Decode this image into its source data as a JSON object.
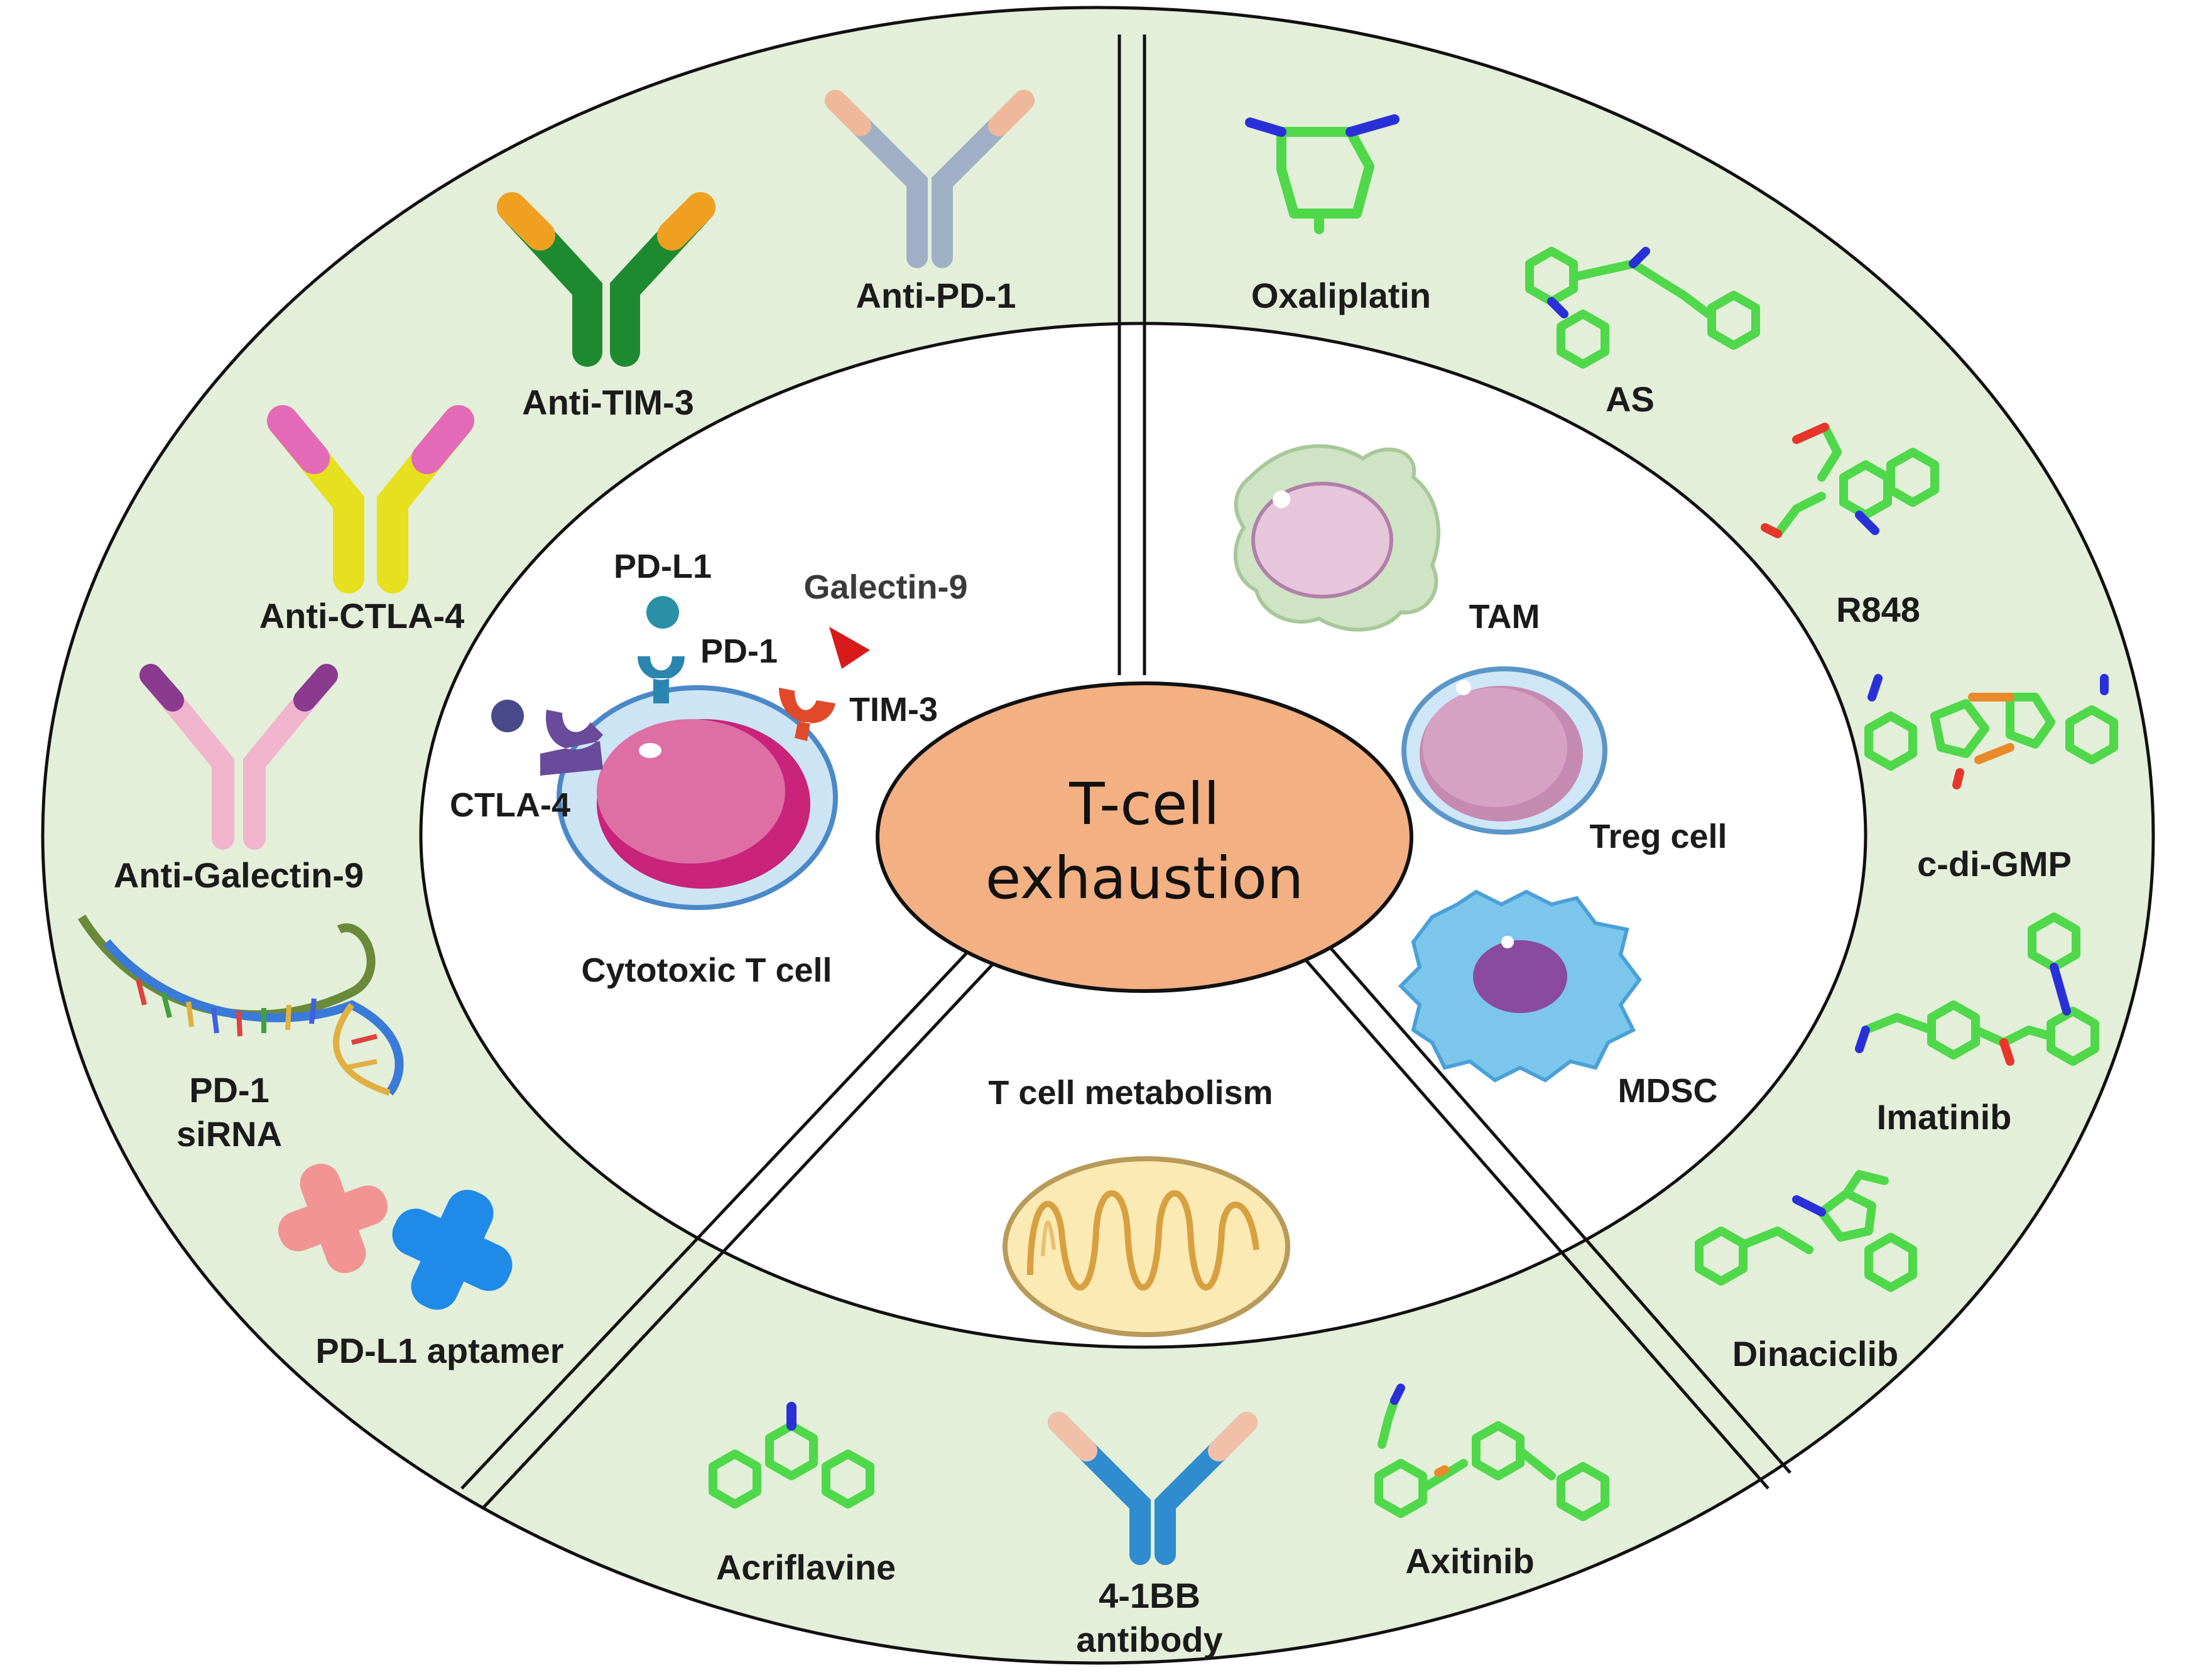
{
  "center": {
    "line1": "T-cell",
    "line2": "exhaustion"
  },
  "inner": {
    "pdl1": "PD-L1",
    "pd1": "PD-1",
    "galectin9": "Galectin-9",
    "tim3": "TIM-3",
    "ctla4": "CTLA-4",
    "cytotoxic": "Cytotoxic T cell",
    "tam": "TAM",
    "treg": "Treg cell",
    "mdsc": "MDSC",
    "metabolism": "T cell metabolism"
  },
  "left": {
    "anti_pd1": "Anti-PD-1",
    "anti_tim3": "Anti-TIM-3",
    "anti_ctla4": "Anti-CTLA-4",
    "anti_galectin9": "Anti-Galectin-9",
    "pd1_sirna_1": "PD-1",
    "pd1_sirna_2": "siRNA",
    "pdl1_aptamer": "PD-L1 aptamer"
  },
  "right": {
    "oxaliplatin": "Oxaliplatin",
    "as": "AS",
    "r848": "R848",
    "cdigmp": "c-di-GMP",
    "imatinib": "Imatinib",
    "dinaciclib": "Dinaciclib"
  },
  "bottom": {
    "acriflavine": "Acriflavine",
    "bb_1": "4-1BB",
    "bb_2": "antibody",
    "axitinib": "Axitinib"
  },
  "colors": {
    "outer_ring": "#e3efd9",
    "center": "#f2b083",
    "mol_green": "#4fd84a",
    "mol_blue": "#2a30d8",
    "mol_red": "#e8352a"
  }
}
